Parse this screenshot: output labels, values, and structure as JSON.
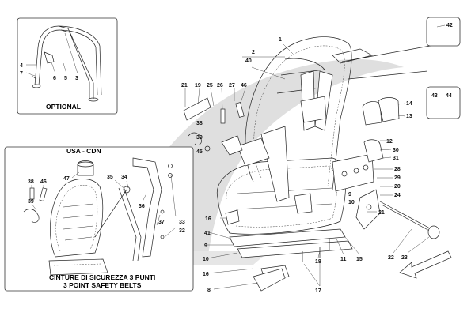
{
  "callouts": {
    "optional_box": [
      "4",
      "7",
      "6",
      "5",
      "3"
    ],
    "usa_box": [
      "47",
      "38",
      "46",
      "39",
      "35",
      "34",
      "36",
      "37",
      "33",
      "32"
    ],
    "main": [
      "1",
      "2",
      "40",
      "21",
      "19",
      "25",
      "26",
      "27",
      "46",
      "38",
      "39",
      "45",
      "16",
      "41",
      "9",
      "10",
      "16",
      "8",
      "42",
      "14",
      "13",
      "43",
      "44",
      "12",
      "30",
      "31",
      "28",
      "29",
      "20",
      "24",
      "9",
      "10",
      "21",
      "11",
      "15",
      "18",
      "17",
      "22",
      "23"
    ]
  },
  "captions": {
    "optional": "OPTIONAL",
    "usa_cdn": "USA - CDN",
    "belts_it": "CINTURE DI SICUREZZA 3 PUNTI",
    "belts_en": "3 POINT SAFETY BELTS"
  },
  "colors": {
    "watermark": "#d9d9d9",
    "line": "#222222"
  }
}
